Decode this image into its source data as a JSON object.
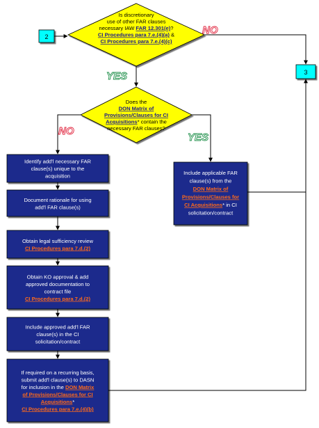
{
  "colors": {
    "diamond_fill": "#ffff00",
    "connector_fill": "#00ffff",
    "process_fill": "#1f2a8c",
    "process_text": "#ffffff",
    "link_on_dark": "#ff6a1a",
    "link_on_yellow": "#1a1a8c",
    "arrow": "#000000"
  },
  "connectors": {
    "start": "2",
    "end": "3"
  },
  "decision1": {
    "lines": [
      [
        "Is discretionary"
      ],
      [
        "use of other FAR clauses"
      ],
      [
        "necessary IAW ",
        {
          "t": "FAR 12.301(e)",
          "link": true
        },
        "?"
      ],
      [
        {
          "t": "CI Procedures para 7.e.(4)(a)",
          "link": true
        },
        " &"
      ],
      [
        {
          "t": "CI Procedures para 7.e.(4)(c)",
          "link": true
        }
      ]
    ],
    "no_label": "NO",
    "yes_label": "YES"
  },
  "decision2": {
    "lines": [
      [
        "Does the"
      ],
      [
        {
          "t": "DON Matrix of",
          "link": true
        }
      ],
      [
        {
          "t": "Provisions/Clauses for CI",
          "link": true
        }
      ],
      [
        {
          "t": "Acquisitions",
          "link": true
        },
        "* contain the"
      ],
      [
        "necessary FAR clauses?"
      ]
    ],
    "no_label": "NO",
    "yes_label": "YES"
  },
  "include_box": {
    "lines": [
      [
        "Include applicable FAR"
      ],
      [
        "clause(s) from the"
      ],
      [
        {
          "t": "DON Matrix of",
          "link": true
        }
      ],
      [
        {
          "t": "Provisions/Clauses for",
          "link": true
        }
      ],
      [
        {
          "t": "CI Acquisitions",
          "link": true
        },
        "* in CI"
      ],
      [
        "solicitation/contract"
      ]
    ]
  },
  "steps": [
    {
      "lines": [
        [
          "Identify add'l necessary FAR"
        ],
        [
          "clause(s) unique to the"
        ],
        [
          "acquisition"
        ]
      ]
    },
    {
      "lines": [
        [
          "Document rationale for using"
        ],
        [
          "add'l FAR clause(s)"
        ]
      ]
    },
    {
      "lines": [
        [
          "Obtain legal sufficiency review"
        ],
        [
          {
            "t": "CI Procedures para 7.d.(2)",
            "link": true
          }
        ]
      ]
    },
    {
      "lines": [
        [
          "Obtain KO approval & add"
        ],
        [
          "approved documentation to"
        ],
        [
          "contract file"
        ],
        [
          {
            "t": "CI Procedures para 7.d.(2)",
            "link": true
          }
        ]
      ]
    },
    {
      "lines": [
        [
          "Include approved add'l FAR"
        ],
        [
          "clause(s) in the CI"
        ],
        [
          "solicitation/contract"
        ]
      ]
    },
    {
      "lines": [
        [
          "If required on a recurring basis,"
        ],
        [
          "submit add'l clause(s) to DASN"
        ],
        [
          "for inclusion in the ",
          {
            "t": "DON Matrix",
            "link": true
          }
        ],
        [
          {
            "t": "of Provisions/Clauses for CI",
            "link": true
          }
        ],
        [
          {
            "t": "Acquisitions",
            "link": true
          },
          "*"
        ],
        [
          {
            "t": "CI Procedures para 7.e.(4)(b)",
            "link": true
          }
        ]
      ]
    }
  ]
}
